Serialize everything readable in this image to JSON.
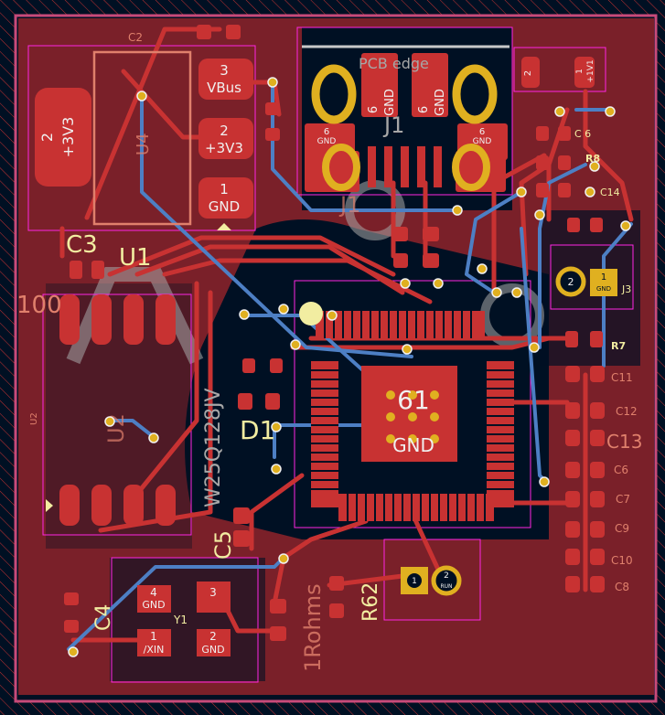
{
  "colors": {
    "background": "#001023",
    "copper_fill": "#7a2029",
    "front_copper": "#c83232",
    "back_copper": "#4d7fc4",
    "silkscreen": "#f2eda1",
    "fab": "#e0806c",
    "courtyard": "#ff26e2",
    "via": "#e0b020"
  },
  "u4": {
    "ref": "U4",
    "big_pad": {
      "num": "2",
      "net": "+3V3"
    },
    "pads": [
      {
        "num": "3",
        "net": "VBus"
      },
      {
        "num": "2",
        "net": "+3V3"
      },
      {
        "num": "1",
        "net": "GND"
      }
    ]
  },
  "refs": {
    "c2": "C2",
    "c3": "C3",
    "u1": "U1",
    "u2": "U2",
    "u2_fab": "U2",
    "j1": "J1",
    "j1_fab": "J1",
    "r8": "R8",
    "c16": "C 6",
    "c14": "C14",
    "r7": "R7",
    "j3": "J3",
    "d1": "D1",
    "c5": "C5",
    "c4": "C4",
    "y1": "Y1",
    "r6": "R62",
    "r3": "1Rohms",
    "c11": "C11",
    "c12": "C12",
    "c13": "C13",
    "c6": "C6",
    "c7": "C7",
    "c9": "C9",
    "c10": "C10",
    "c8": "C8",
    "c3_fab": "100"
  },
  "j1": {
    "edge_label": "PCB edge",
    "pad_num": "6",
    "pad_net": "GND"
  },
  "led": {
    "pad2": "2",
    "pad1_num": "1",
    "pad1_net": "+1V1"
  },
  "j3": {
    "pad2": "2",
    "pad1_num": "1",
    "pad1_net": "GND"
  },
  "center": {
    "pad_num": "61",
    "pad_net": "GND"
  },
  "u2_fab_value": "W25Q128JV",
  "y1": {
    "pads": [
      {
        "num": "4",
        "net": "GND"
      },
      {
        "num": "3",
        "net": ""
      },
      {
        "num": "1",
        "net": "/XIN"
      },
      {
        "num": "2",
        "net": "GND"
      }
    ]
  },
  "j2": {
    "pad1": "1",
    "pad2_num": "2",
    "pad2_net": "RUN"
  }
}
